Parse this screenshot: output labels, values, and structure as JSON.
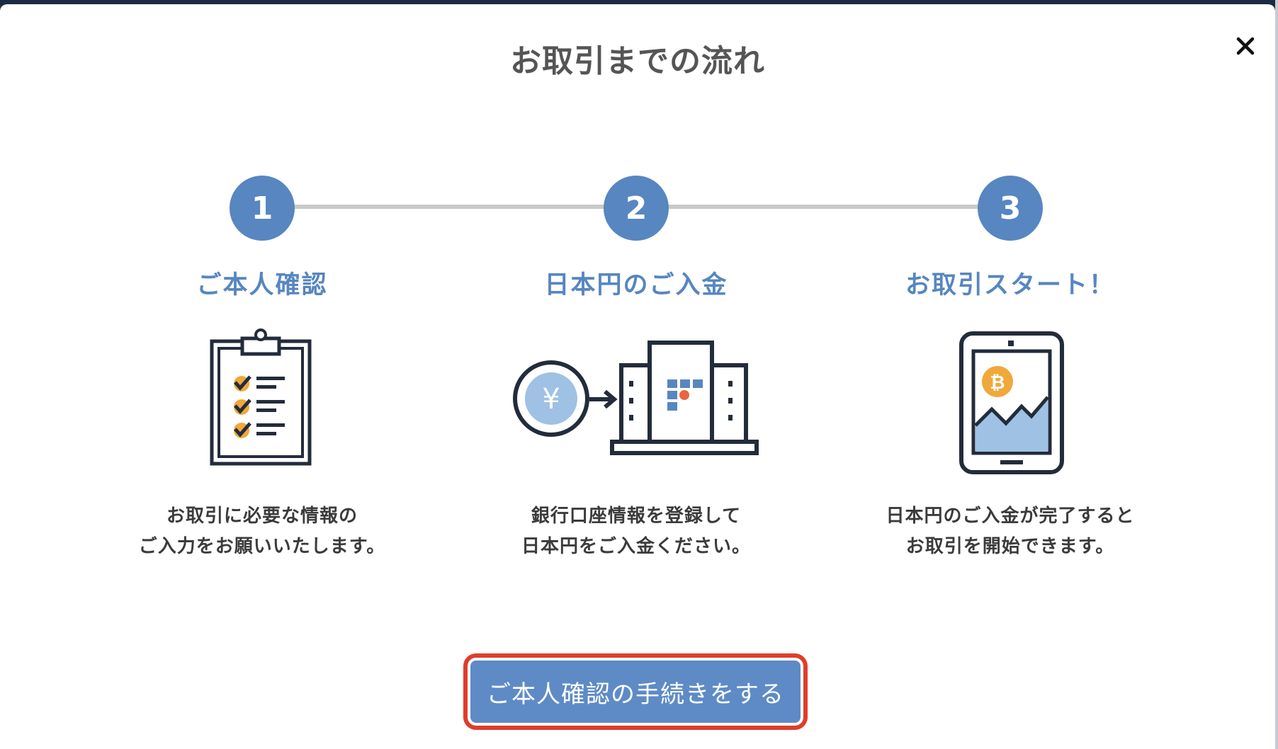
{
  "modal": {
    "title": "お取引までの流れ",
    "close_label": "×"
  },
  "steps": [
    {
      "number": "1",
      "title": "ご本人確認",
      "desc_line1": "お取引に必要な情報の",
      "desc_line2": "ご入力をお願いいたします。",
      "icon": "clipboard-checklist-icon"
    },
    {
      "number": "2",
      "title": "日本円のご入金",
      "desc_line1": "銀行口座情報を登録して",
      "desc_line2": "日本円をご入金ください。",
      "icon": "yen-to-bank-icon",
      "yen_symbol": "¥"
    },
    {
      "number": "3",
      "title": "お取引スタート！",
      "desc_line1": "日本円のご入金が完了すると",
      "desc_line2": "お取引を開始できます。",
      "icon": "tablet-bitcoin-chart-icon",
      "bitcoin_symbol": "₿"
    }
  ],
  "cta": {
    "label": "ご本人確認の手続きをする"
  },
  "colors": {
    "accent": "#5786c1",
    "button": "#5e8bc6",
    "highlight": "#e03d2b",
    "icon_dark": "#232c3b",
    "icon_orange": "#f0a83a"
  }
}
